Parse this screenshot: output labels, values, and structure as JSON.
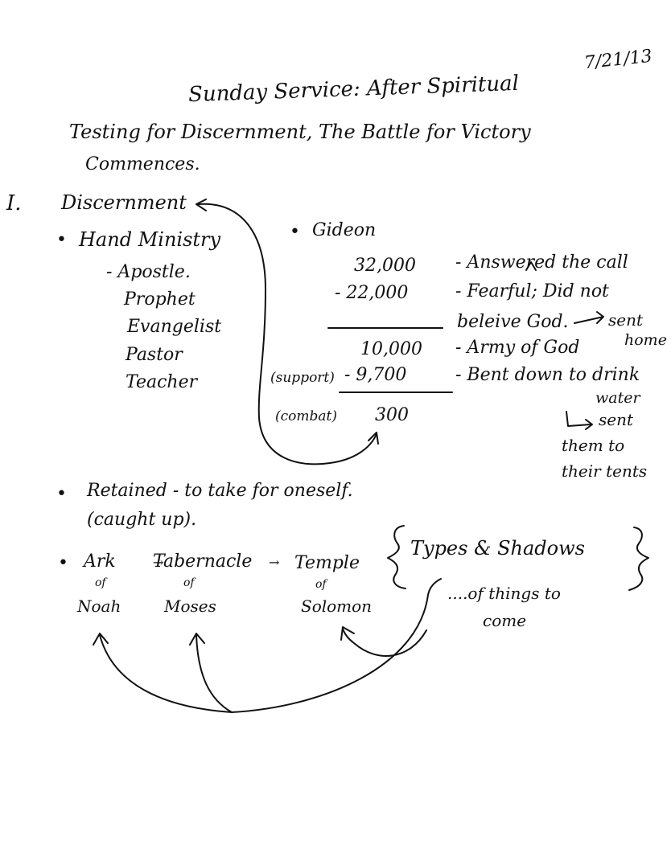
{
  "date": "7/21/13",
  "title": {
    "line1": "Sunday Service: After Spiritual",
    "line2": "Testing for Discernment, The Battle for Victory",
    "line3": "Commences."
  },
  "section1": {
    "numeral": "I.",
    "heading": "Discernment",
    "hand_ministry": {
      "bullet": "•",
      "label": "Hand Ministry",
      "items": [
        "- Apostle.",
        "Prophet",
        "Evangelist",
        "Pastor",
        "Teacher"
      ]
    },
    "gideon": {
      "bullet": "•",
      "label": "Gideon",
      "rows": [
        {
          "num": "32,000",
          "text": "- Answered the call"
        },
        {
          "num": "- 22,000",
          "text": "- Fearful; Did not"
        },
        {
          "num": "",
          "text": "beleive God."
        },
        {
          "num": "10,000",
          "text": "- Army of God"
        },
        {
          "num": "- 9,700",
          "text": "- Bent down to drink"
        },
        {
          "num": "",
          "text": "water"
        },
        {
          "num": "300",
          "text": ""
        }
      ],
      "sent_home": [
        "sent",
        "home"
      ],
      "support_label": "(support)",
      "combat_label": "(combat)",
      "sent_tents": [
        "sent",
        "them to",
        "their tents"
      ]
    }
  },
  "retained": {
    "bullet": "•",
    "line1": "Retained - to take for oneself.",
    "line2": "(caught up)."
  },
  "ark_line": {
    "bullet": "•",
    "items": [
      {
        "name": "Ark",
        "of": "of",
        "who": "Noah"
      },
      {
        "name": "Tabernacle",
        "of": "of",
        "who": "Moses"
      },
      {
        "name": "Temple",
        "of": "of",
        "who": "Solomon"
      }
    ],
    "types": "Types & Shadows",
    "things": "....of things to",
    "come": "come"
  }
}
